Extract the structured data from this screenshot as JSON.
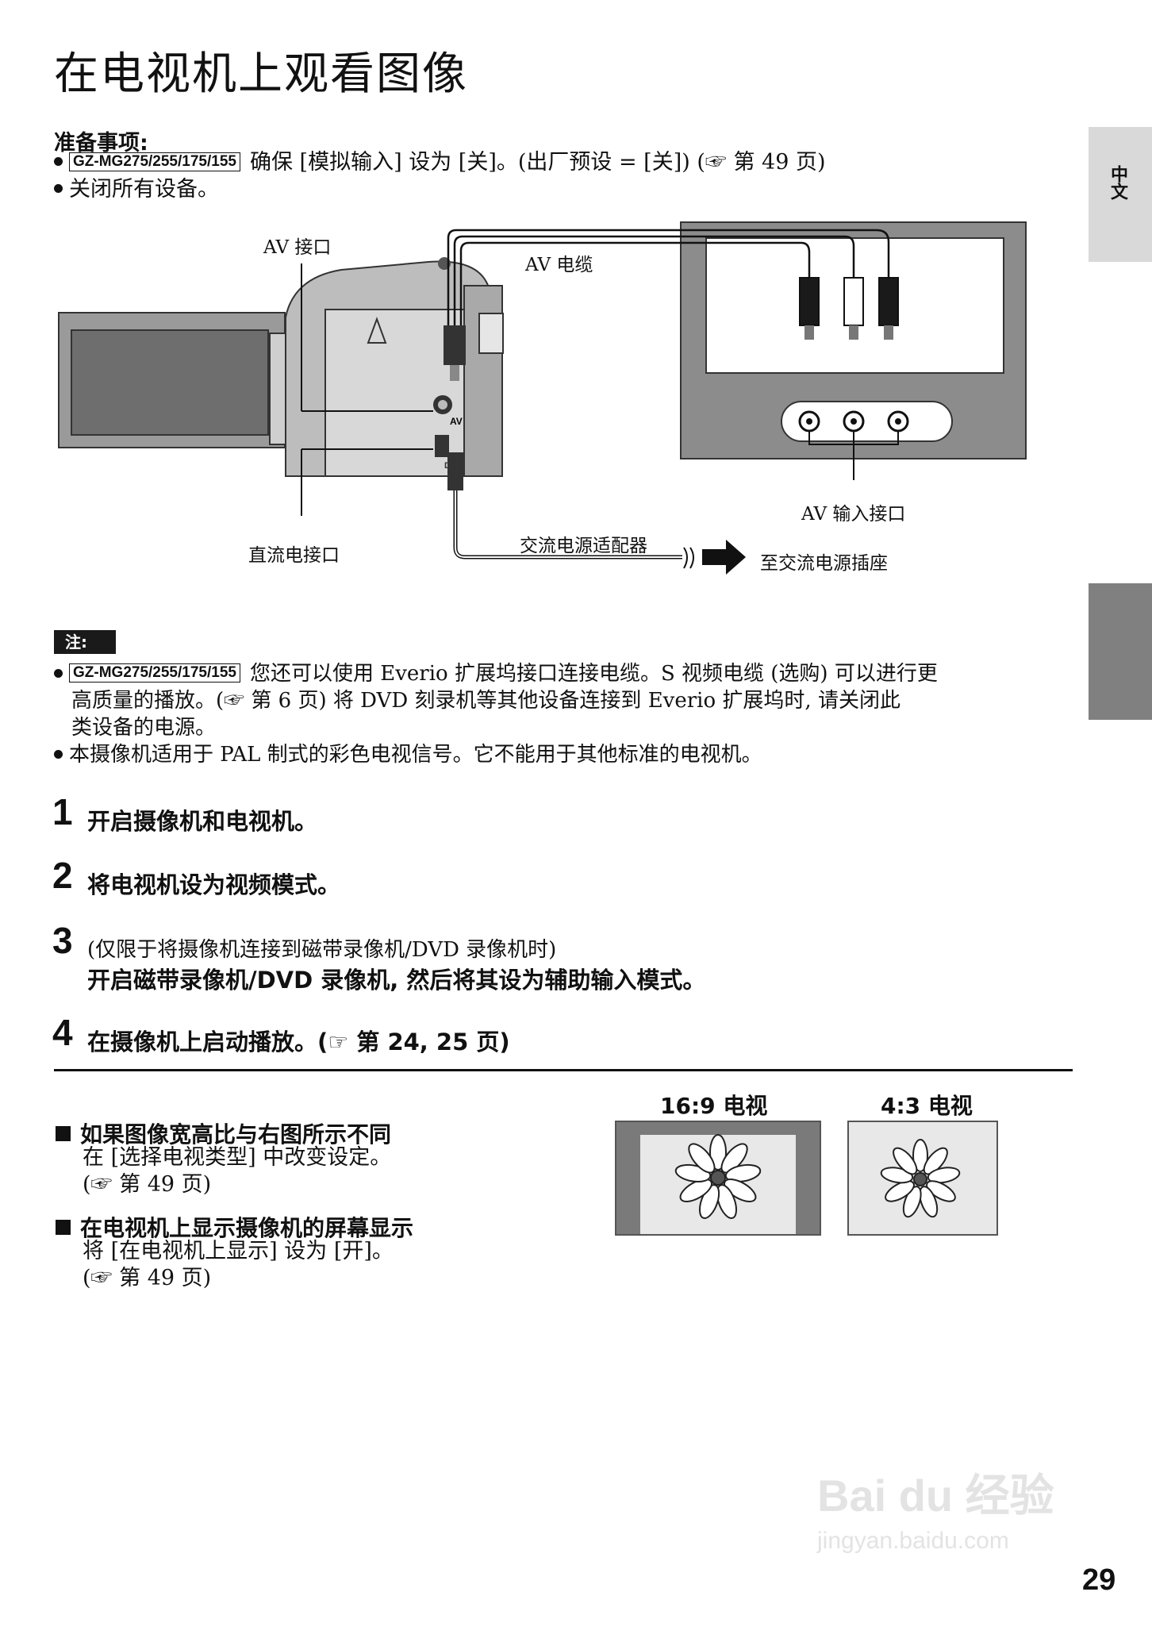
{
  "title": "在电视机上观看图像",
  "prep": {
    "heading": "准备事项:",
    "items": [
      {
        "model": "GZ-MG275/255/175/155",
        "text": "确保 [模拟输入] 设为 [关]。(出厂预设 = [关]) (☞ 第 49 页)"
      },
      {
        "text": "关闭所有设备。"
      }
    ]
  },
  "side_tab": {
    "label": "中文"
  },
  "diagram": {
    "av_jack": "AV 接口",
    "av_cable": "AV 电缆",
    "av_input": "AV 输入接口",
    "dc_jack": "直流电接口",
    "ac_adapter": "交流电源适配器",
    "to_outlet": "至交流电源插座",
    "camera_port_av": "AV",
    "camera_port_dc": "DC",
    "plug_colors": [
      "#1a1a1a",
      "#ffffff",
      "#1a1a1a"
    ],
    "icons": [
      "camcorder-icon",
      "tv-icon",
      "arrow-right-icon"
    ]
  },
  "note": {
    "label": "注:",
    "model": "GZ-MG275/255/175/155",
    "line1": "您还可以使用 Everio 扩展坞接口连接电缆。S 视频电缆 (选购) 可以进行更",
    "line2": "高质量的播放。(☞ 第 6 页) 将 DVD 刻录机等其他设备连接到 Everio 扩展坞时, 请关闭此",
    "line3": "类设备的电源。",
    "line4": "本摄像机适用于 PAL 制式的彩色电视信号。它不能用于其他标准的电视机。"
  },
  "steps": [
    {
      "num": "1",
      "text": "开启摄像机和电视机。"
    },
    {
      "num": "2",
      "text": "将电视机设为视频模式。"
    },
    {
      "num": "3",
      "sub": "(仅限于将摄像机连接到磁带录像机/DVD 录像机时)",
      "text": "开启磁带录像机/DVD 录像机, 然后将其设为辅助输入模式。"
    },
    {
      "num": "4",
      "text": "在摄像机上启动播放。(☞ 第 24, 25 页)"
    }
  ],
  "info": [
    {
      "heading": "如果图像宽高比与右图所示不同",
      "line1": "在 [选择电视类型] 中改变设定。",
      "line2": "(☞ 第 49 页)"
    },
    {
      "heading": "在电视机上显示摄像机的屏幕显示",
      "line1": "将 [在电视机上显示] 设为 [开]。",
      "line2": "(☞ 第 49 页)"
    }
  ],
  "tv_examples": [
    {
      "label": "16:9 电视"
    },
    {
      "label": "4:3 电视"
    }
  ],
  "page_number": "29",
  "watermark": {
    "logo": "Bai du 经验",
    "url": "jingyan.baidu.com"
  }
}
